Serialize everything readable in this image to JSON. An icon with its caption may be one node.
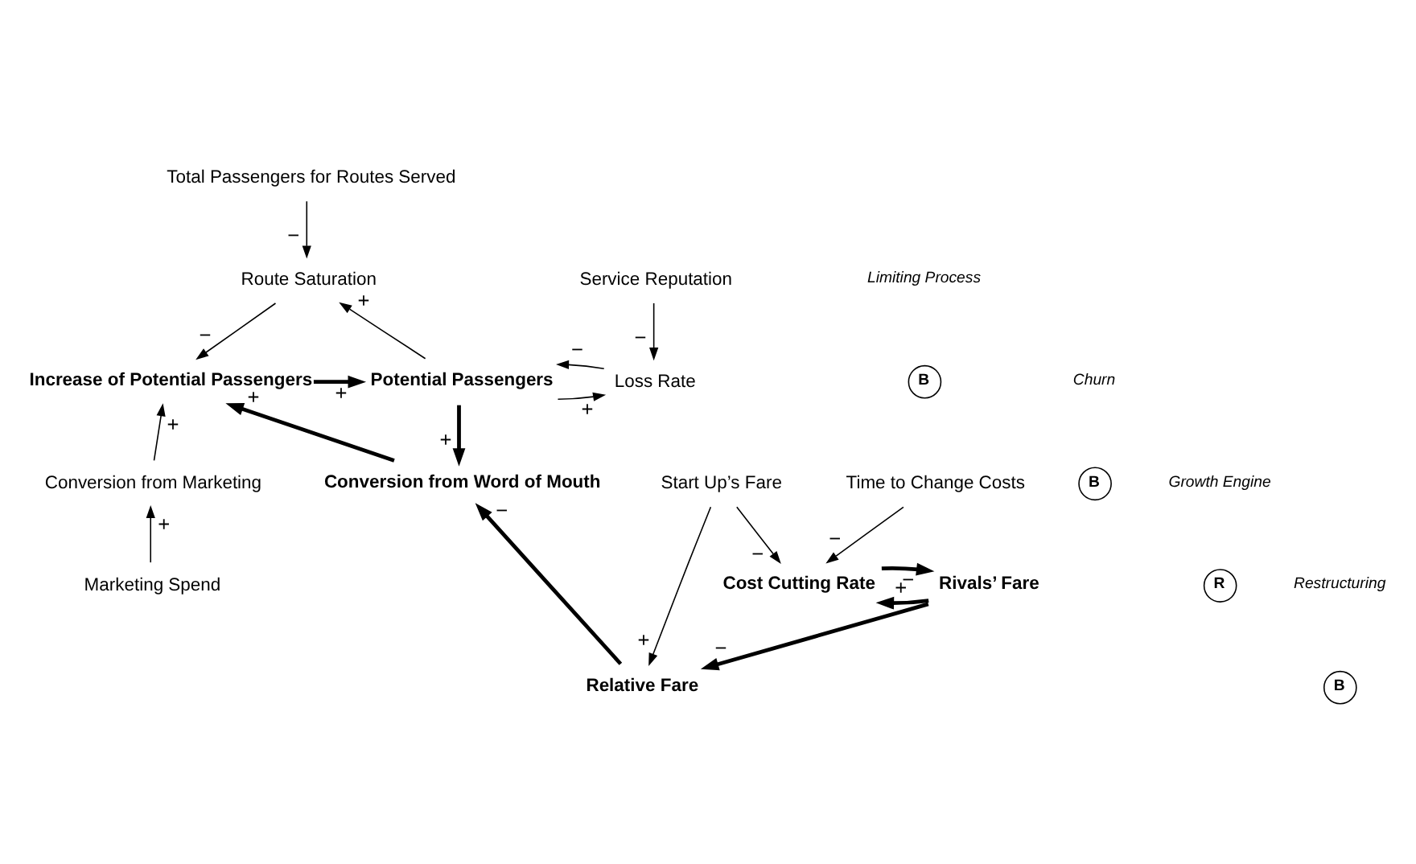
{
  "diagram": {
    "nodes": [
      {
        "text": [
          "Total Passengers for Routes Served"
        ]
      },
      {
        "text": [
          "Route Saturation"
        ]
      },
      {
        "text": [
          "Service Reputation"
        ]
      },
      {
        "text": [
          "Increase of Potential Passengers"
        ]
      },
      {
        "text": [
          "Potential Passengers"
        ]
      },
      {
        "text": [
          "Loss Rate"
        ]
      },
      {
        "text": [
          "Time to Change Costs"
        ]
      },
      {
        "text": [
          "Conversion from Marketing"
        ]
      },
      {
        "text": [
          "Start Up’s Fare"
        ]
      },
      {
        "text": [
          "Conversion from Word of Mouth"
        ]
      },
      {
        "text": [
          "Relative Fare"
        ]
      },
      {
        "text": [
          "Rivals’ Fare"
        ]
      },
      {
        "text": [
          "Cost Cutting Rate"
        ]
      },
      {
        "text": [
          "Marketing Spend"
        ]
      }
    ],
    "edges": [
      {
        "from": 0,
        "to": 1,
        "arrow": "to",
        "label": "−"
      },
      {
        "from": 4,
        "to": 1,
        "arrow": "to",
        "label": "+"
      },
      {
        "from": 1,
        "to": 3,
        "arrow": "to",
        "label": "−"
      },
      {
        "from": 3,
        "to": 4,
        "arrow": "to",
        "label": "+",
        "style": "thick"
      },
      {
        "from": 4,
        "to": 5,
        "arrow": "to",
        "label": "+"
      },
      {
        "from": 2,
        "to": 5,
        "arrow": "to",
        "label": "−"
      },
      {
        "from": 5,
        "to": 4,
        "arrow": "to",
        "label": "−"
      },
      {
        "from": 4,
        "to": 9,
        "arrow": "to",
        "label": "+",
        "style": "thick"
      },
      {
        "from": 9,
        "to": 3,
        "arrow": "to",
        "label": "+",
        "style": "thick"
      },
      {
        "from": 7,
        "to": 3,
        "arrow": "to",
        "label": "+"
      },
      {
        "from": 13,
        "to": 7,
        "arrow": "to",
        "label": "+"
      },
      {
        "from": 8,
        "to": 10,
        "arrow": "to",
        "label": "+"
      },
      {
        "from": 8,
        "to": 12,
        "arrow": "to",
        "label": "−"
      },
      {
        "from": 6,
        "to": 12,
        "arrow": "to",
        "label": "−"
      },
      {
        "from": 11,
        "to": 12,
        "arrow": "to",
        "label": "+",
        "style": "thick"
      },
      {
        "from": 12,
        "to": 11,
        "arrow": "to",
        "label": "−",
        "style": "thick"
      },
      {
        "from": 11,
        "to": 10,
        "arrow": "to",
        "label": "−",
        "style": "thick"
      },
      {
        "from": 10,
        "to": 9,
        "arrow": "to",
        "label": "−",
        "style": "thick"
      }
    ],
    "labels": [
      "Limiting Process",
      "B",
      "Churn",
      "B",
      "Growth Engine",
      "R",
      "Restructuring",
      "B"
    ]
  }
}
